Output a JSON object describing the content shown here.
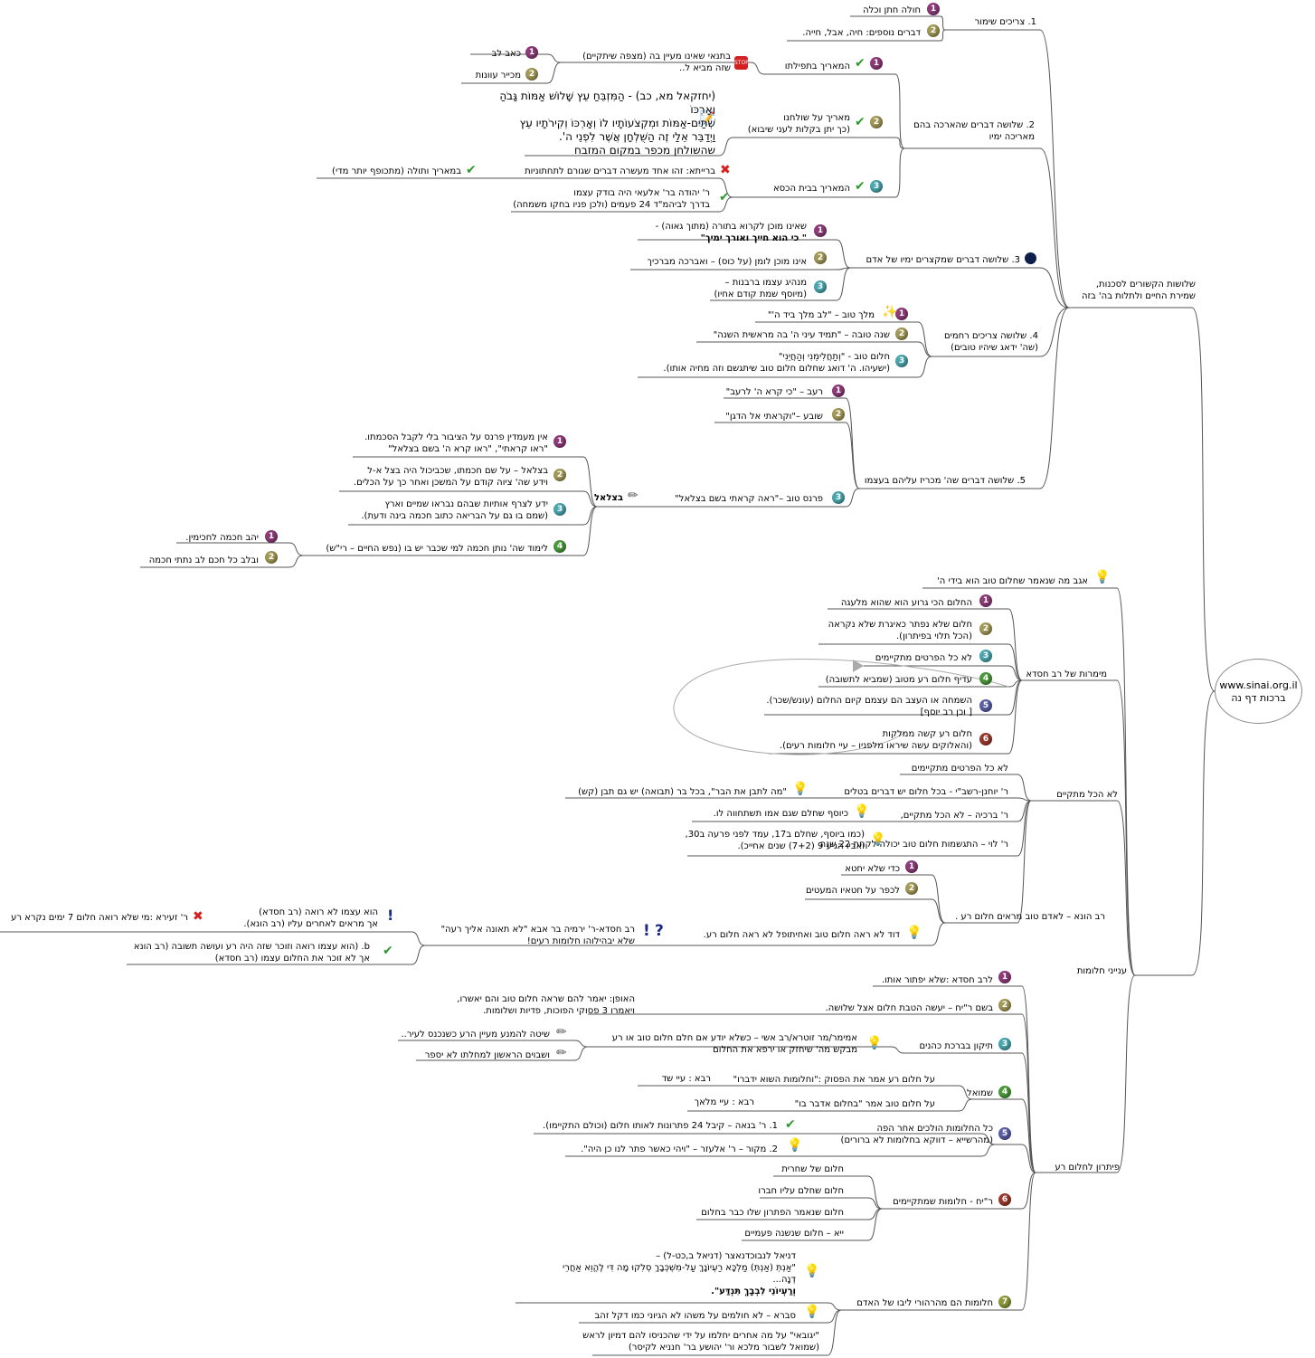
{
  "root": {
    "line1": "www.sinai.org.il",
    "line2": "ברכות דף נה"
  },
  "branches": {
    "b1": {
      "title": "שלושות הקשורים לסכנות,",
      "title2": "שמירת החיים ולתלות בה' בזה"
    },
    "b2": {
      "title": "ענייני חלומות"
    }
  },
  "sec1": {
    "title": "1. צריכים שימור",
    "c1": "חולה חתן וכלה",
    "c2": "דברים נוספים: חיה, אבל, חייה."
  },
  "sec2": {
    "title": "2. שלושה דברים שהארכה בהם",
    "title2": "מאריכה ימיו",
    "c1": "המאריך בתפילתו",
    "c1_note1": "בתנאי שאינו מעיין בה (מצפה שיתקיים)",
    "c1_note2": "שזה מביא ל..",
    "c1_s1": "כאב לב",
    "c1_s2": "מכייר עוונות",
    "c2": "מאריך על שולחנו",
    "c2_b": "(כך יתן בקלות לעני שיבוא)",
    "verse1": "(יחזקאל מא, כב) - הַמִּזְבֵּחַ עֵץ שָׁלוֹשׁ אַמּוֹת גָּבֹהַ",
    "verse2": "וְאָרְכּוֹ",
    "verse3": "שְׁתַּיִם-אַמּוֹת וּמִקְצֹעוֹתָיו לוֹ וְאָרְכּוֹ וְקִירֹתָיו עֵץ",
    "verse4": "וַיְדַבֵּר אֵלַי זֶה הַשֻּׁלְחָן אֲשֶׁר לִפְנֵי ה'.",
    "verse5": "שהשולחן מכפר במקום המזבח",
    "c3": "המאריך בבית הכסא",
    "c3_n1": "ברייתא: זהו אחד מעשרה דברים שגורם לתחתוניות",
    "c3_n1b": "במאריך ותולה (מתכופף יותר מדי)",
    "c3_n2": "ר' יהודה בר' אלעאי היה בודק עצמו",
    "c3_n2b": "בדרך לביהמ\"ד 24 פעמים (ולכן פניו בחקו משמחה)"
  },
  "sec3": {
    "title": "3. שלושה דברים שמקצרים ימיו של אדם",
    "c1": "שאינו מוכן לקרוא בתורה (מתוך גאוה) -",
    "c1b": "\" כי הוא חייך ואורך ימיך\"",
    "c2": "אינו מוכן לומן (על כוס) – וא​ברכה מברכיך",
    "c3": "מנהיג עצמו ברבנות –",
    "c3b": "(מיוסף שמת קודם אחיו)"
  },
  "sec4": {
    "title": "4. שלושה צריכים רחמים",
    "title2": "(שה' ידאג שיהיו טובים)",
    "c1": "מלך טוב – \"לב מלך ביד ה'\"",
    "c2": "שנה טובה – \"תמיד עיני ה' בה מראשית השנה\"",
    "c3": "חלום טוב - \"וְתַחֲלִימֵנִי וְהַחֲיֵנִי\"",
    "c3b": "(ישעיהו. ה' דואג שחלום חלום טוב שיתגשם וזה מחיה אותו)."
  },
  "sec5": {
    "title": "5. שלושה דברים שה' מכריז עליהם בעצמו",
    "c1": "רעב – \"כי קרא ה' לרעב\"",
    "c2": "שובע –\"וקראתי אל הדגן\"",
    "c3": "פרנס טוב –\"ראה קראתי בשם בצלאל\"",
    "bz": "בצלאל",
    "bz1": "אין מעמדין פרנס על הציבור בלי לקבל הסכמתו.",
    "bz1b": "\"ראו קראתי\", \"ראו קרא ה' בשם בצלאל\"",
    "bz2": "בצלאל – על שם חכמתו, שכביכול היה בצל א-ל",
    "bz2b": "וידע שה' ציוה קודם על המשכן ואחר כך על הכלים.",
    "bz3": "ידע לצרף אותיות שבהם נבראו שמיים וארץ",
    "bz3b": "(שמם בו גם על הבריאה כתוב חכמה בינה ודעת).",
    "bz4": "לימוד שה' נותן חכמה למי שכבר יש בו (נפש החיים – רי\"ש)",
    "bz4a": "יהב חכמה לחכימין.",
    "bz4b": "ובלב כל חכם לב נתתי חכמה"
  },
  "dreams": {
    "intro": "אגב מה שנאמר שחלום טוב הוא בידי ה'",
    "hisda": "מימרות של רב חסדא",
    "h1": "החלום הכי גרוע הוא שהוא מלעגה",
    "h2": "חלום שלא נפתר כאיגרת שלא נקראה",
    "h2b": "(הכל תלוי בפיתרון).",
    "h3": "לא כל הפרטים מתקיימים",
    "h4": "עדיף חלום רע מטוב (שמביא לתשובה)",
    "h5": "השמחה או העצב הם עצמם קיום החלום (עונש/שכר).",
    "h5b": "[ וכן רב יוסף]",
    "h6": "חלום רע קשה ממלקות",
    "h6b": "(והאלוקים עשה שיראו מלפניו – עיי חלומות רעים).",
    "notall": "לא הכל מתקיים",
    "na0": "לא כל הפרטים מתקיימים",
    "na1": "ר' יוחנן-רשב\"י - בכל חלום יש דברים בטלים",
    "na1b": "\"מה לתבן את הבר\", בכל בר (תבואה) יש גם תבן (קש)",
    "na2": "ר' ברכיה – לא הכל מתקיים,",
    "na2b": "כיוסף שחלם שגם אמו תשתחווה לו.",
    "na3": "ר' לוי – התגשמות חלום טוב יכולה לקחת 22 שנה",
    "na3b": "(כמו ביוסף, שחלם ב17, עמד לפני פרעה ב30,",
    "na3c": "ואביו הגיע 9 (7+2) שנים אחייכ).",
    "huna": "רב הונא – לאדם טוב מראים חלום רע .",
    "hu1": "כדי שלא יחטא",
    "hu2": "לכפר על חטאיו המעטים",
    "hu3": "דוד לא ראה חלום טוב ואחיתופל לא ראה חלום רע.",
    "hu3n": "רב חסדא-ר' ירמיה בר אבא \"לא תאונה אליך רעה\"",
    "hu3nb": "שלא יבהילוהו חלומות רעים!",
    "hu4": "הוא עצמו לא רואה (רב חסדא)",
    "hu4b": "אך מראים לאחרים עליו (רב הונא).",
    "hu4x": "ר' זעירא :מי שלא רואה חלום 7 ימים נקרא רע",
    "hu5": "b. (הוא עצמו רואה וזוכר שזה היה רע ועושה תשובה (רב הונא",
    "hu5b": "אך לא זוכר את החלום עצמו (רב חסדא)",
    "fix": "פיתרון לחלום רע",
    "f1": "לרב חסדא :שלא יפתור אותו.",
    "f2": "בשם ר\"יח – יעשה הטבת חלום אצל שלושה.",
    "f2b": "האופן: יאמר להם שראה חלום טוב והם יאשרו,",
    "f2c": "ויאמרו 3 פסוקי הפוכות, פדיות ושלומות.",
    "f3": "תיקון בברכת כהנים",
    "f3b": "אמימר/מר זוטרא/רב אשי – כשלא יודע אם חלם חלום טוב או רע",
    "f3c": "מבקש מה' שיחזק או ירפא את החלום",
    "f3d": "שיטה להמנע מעיין הרע כשנכנס לעיר..",
    "f3e": "ושבוים הראשון למחלתו לא יספר",
    "f4": "שמואל",
    "f4a": "על חלום רע אמר את הפסוק :\"וחלומות השוא ידברו\"",
    "f4ab": "רבא : עיי שד",
    "f4b": "על חלום טוב אמר \"בחלום אדבר בו\"",
    "f4bb": "רבא : עיי מלאך",
    "f5": "כל החלומות הולכים אחר הפה",
    "f5b": "(מהרשייא – דווקא בחלומות לא ברורים)",
    "f5c": "1. ר' בנאה – קיבל 24 פתרונות לאותו חלום (וכולם התקיימו).",
    "f5d": "2. מקור – ר' אלעזר – \"ויהי כאשר פתר לנו כן היה\".",
    "f6": "ר\"יח - חלומות שמתקיימים",
    "f6a": "חלום של שחרית",
    "f6b": "חלום שחלם עליו חברו",
    "f6c": "חלום שנאמר הפתרון שלו כבר בחלום",
    "f6d": "ייא – חלום שנשנה פעמיים",
    "f7": "חלומות הם מהרהורי ליבו של האדם",
    "f7a": "דניאל לנבוכדנאצר (דניאל ב,כט-ל) –",
    "f7b": "\"אַנְתְּ (אַנְתְּ) מַלְכָּא רַעְיוֹנָךְ עַל-מִשְׁכְּבָךְ סְלִקוּ מָה דִּי לֶהֱוֵא אַחֲרֵי",
    "f7c": "דְנָה...",
    "f7d": "וְרַעְיוֹנֵי לִבְבָךְ תִּנְדַּע\".",
    "f7e": "סברא – לא חולמים על משהו לא הגיוני כמו דקל זהב",
    "f7f": "\"יגובאי\" על מה אחרים יחלמו על ידי שהכניסו להם דמיון לראש",
    "f7g": "(שמואל לשבור מלכא ור' יהושע בר' חנניא לקיסר)"
  },
  "icons": {
    "check": "✔",
    "cross": "✖",
    "bulb": "💡",
    "stop": "STOP",
    "memo": "📝",
    "pencil": "✏",
    "excl": "!",
    "q": "?",
    "wand": "✨"
  }
}
